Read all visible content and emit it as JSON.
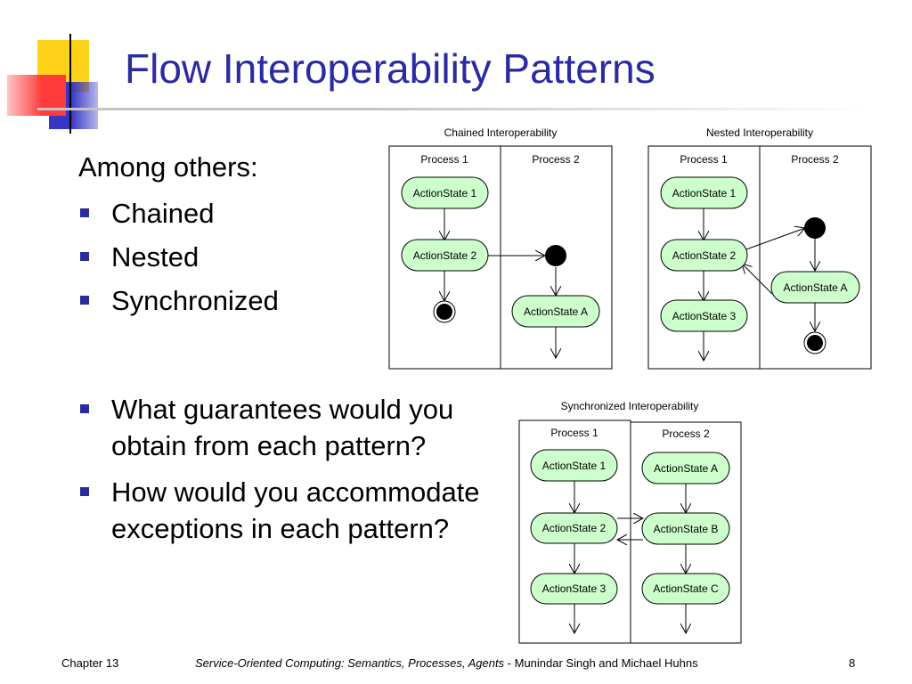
{
  "slide": {
    "title": "Flow Interoperability Patterns",
    "intro": "Among others:",
    "patterns": [
      "Chained",
      "Nested",
      "Synchronized"
    ],
    "questions": [
      "What guarantees would you obtain from each pattern?",
      "How would you accommodate exceptions in each pattern?"
    ]
  },
  "diagrams": {
    "chained": {
      "caption": "Chained Interoperability",
      "lanes": [
        "Process 1",
        "Process 2"
      ],
      "states": [
        "ActionState 1",
        "ActionState 2",
        "ActionState A"
      ]
    },
    "nested": {
      "caption": "Nested Interoperability",
      "lanes": [
        "Process 1",
        "Process 2"
      ],
      "states": [
        "ActionState 1",
        "ActionState 2",
        "ActionState 3",
        "ActionState A"
      ]
    },
    "synchronized": {
      "caption": "Synchronized Interoperability",
      "lanes": [
        "Process 1",
        "Process 2"
      ],
      "states": [
        "ActionState 1",
        "ActionState 2",
        "ActionState 3",
        "ActionState A",
        "ActionState B",
        "ActionState C"
      ]
    }
  },
  "footer": {
    "chapter": "Chapter 13",
    "book": "Service-Oriented Computing: Semantics, Processes, Agents",
    "authors": " - Munindar Singh and Michael Huhns",
    "page": "8"
  },
  "colors": {
    "title": "#2b2ba0",
    "bullet": "#2b2ba0",
    "state_fill": "#ccffcc",
    "logo_yellow": "#ffd21a",
    "logo_red": "#ff3b3b",
    "logo_blue": "#3636c4"
  }
}
